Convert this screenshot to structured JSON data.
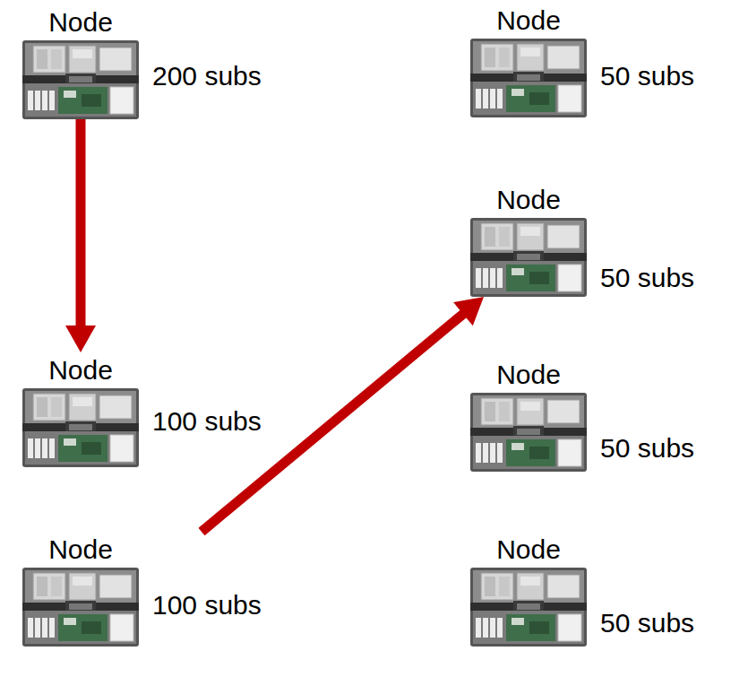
{
  "diagram": {
    "nodes": [
      {
        "text": [
          "Node",
          "200 subs"
        ]
      },
      {
        "text": [
          "Node",
          "100 subs"
        ]
      },
      {
        "text": [
          "Node",
          "100 subs"
        ]
      },
      {
        "text": [
          "Node",
          "50 subs"
        ]
      },
      {
        "text": [
          "Node",
          "50 subs"
        ]
      },
      {
        "text": [
          "Node",
          "50 subs"
        ]
      },
      {
        "text": [
          "Node",
          "50 subs"
        ]
      }
    ],
    "edges": [
      {
        "from": 0,
        "to": 1,
        "arrow": "to"
      },
      {
        "from": 2,
        "to": 4,
        "arrow": "to"
      }
    ]
  }
}
